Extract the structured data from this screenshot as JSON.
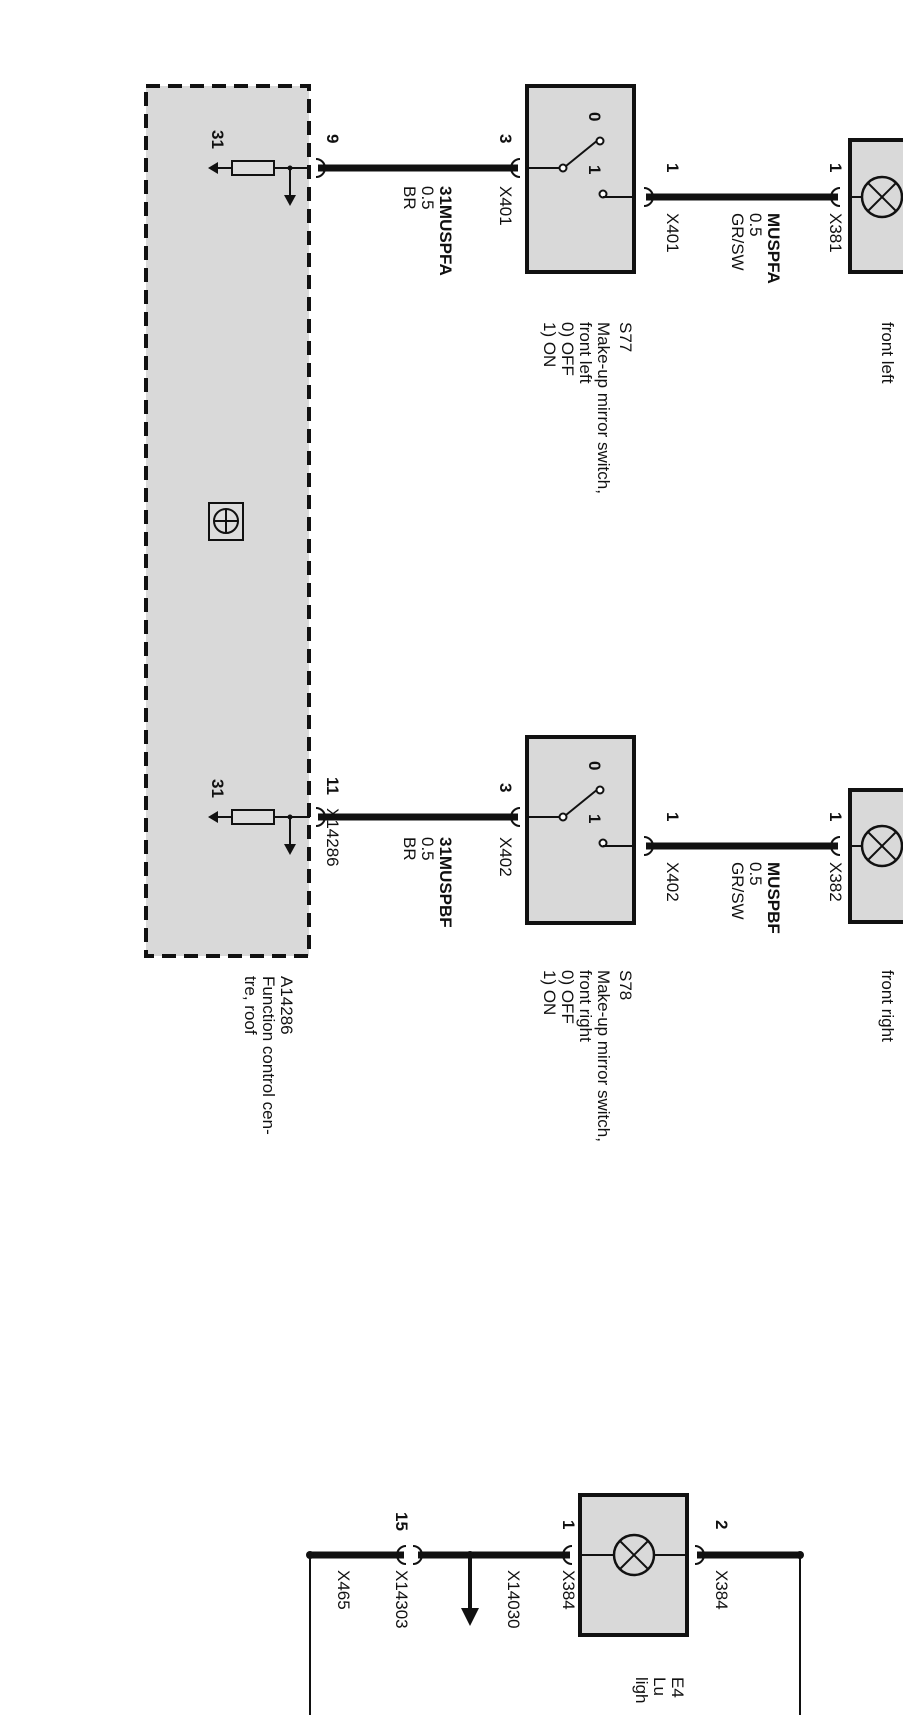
{
  "control_centre": {
    "id": "A14286",
    "name_line1": "Function control cen-",
    "name_line2": "tre, roof",
    "ground_pin": "31",
    "pin_left": "9",
    "pin_right": "11",
    "connector_right": "X14286"
  },
  "wires": {
    "left_ground": {
      "name": "31MUSPFA",
      "size": "0.5",
      "color": "BR"
    },
    "right_ground": {
      "name": "31MUSPBF",
      "size": "0.5",
      "color": "BR"
    },
    "left_supply": {
      "name": "MUSPFA",
      "size": "0.5",
      "color": "GR/SW"
    },
    "right_supply": {
      "name": "MUSPBF",
      "size": "0.5",
      "color": "GR/SW"
    }
  },
  "switch_left": {
    "id": "S77",
    "line1": "Make-up mirror switch,",
    "line2": "front left",
    "line3": "0) OFF",
    "line4": "1) ON",
    "pin_in": "3",
    "pin_out": "1",
    "connector_in": "X401",
    "connector_out": "X401",
    "pos0": "0",
    "pos1": "1"
  },
  "switch_right": {
    "id": "S78",
    "line1": "Make-up mirror switch,",
    "line2": "front right",
    "line3": "0) OFF",
    "line4": "1) ON",
    "pin_in": "3",
    "pin_out": "1",
    "connector_in": "X402",
    "connector_out": "X402",
    "pos0": "0",
    "pos1": "1"
  },
  "lamp_left": {
    "pin": "1",
    "connector": "X381",
    "label": "front left"
  },
  "lamp_right": {
    "pin": "1",
    "connector": "X382",
    "label": "front right"
  },
  "lamp_bottom": {
    "id_partial": "E4",
    "label_partial_1": "Lu",
    "label_partial_2": "ligh",
    "pin_left": "1",
    "pin_right": "2",
    "connector_left": "X384",
    "connector_right": "X384",
    "pin_chain": "15",
    "connector_chain_1": "X14303",
    "connector_chain_2": "X14030",
    "connector_chain_3": "X465"
  }
}
